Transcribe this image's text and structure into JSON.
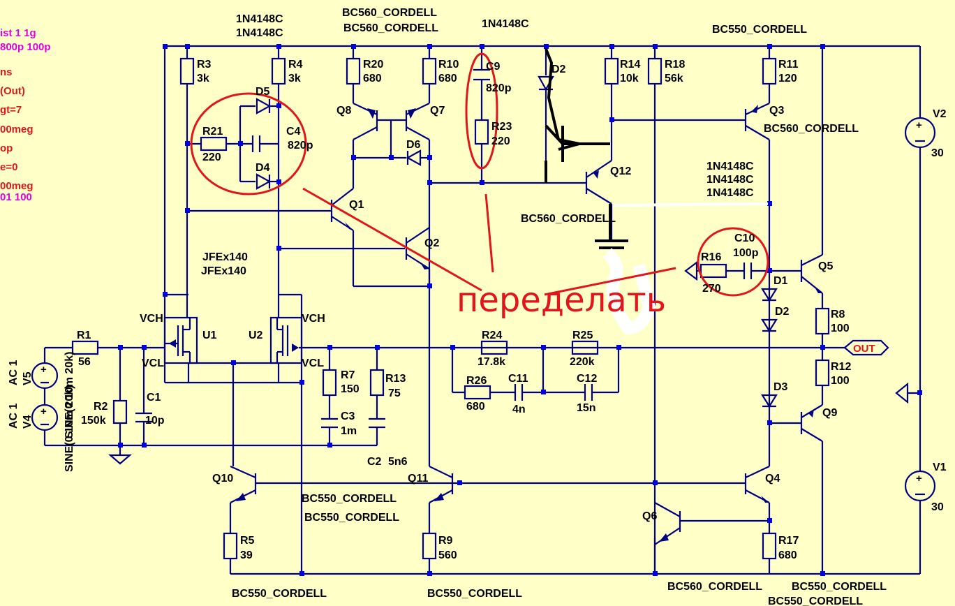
{
  "colors": {
    "background": "#ffffc8",
    "wire": "#000080",
    "node": "#0000e0",
    "annotation": "#e0161c",
    "directive_magenta": "#e000e0"
  },
  "directives": [
    {
      "text": "ist 1 1g",
      "color": "#e000e0"
    },
    {
      "text": "800p 100p",
      "color": "#e000e0"
    },
    {
      "text": "ns",
      "color": "#e0161c"
    },
    {
      "text": "(Out)",
      "color": "#e0161c"
    },
    {
      "text": "gt=7",
      "color": "#e0161c"
    },
    {
      "text": "00meg",
      "color": "#e0161c"
    },
    {
      "text": "op",
      "color": "#e0161c"
    },
    {
      "text": "e=0",
      "color": "#e0161c"
    },
    {
      "text": "00meg",
      "color": "#e0161c"
    },
    {
      "text": "01 100",
      "color": "#e000e0"
    }
  ],
  "annotation": "переделать",
  "output_label": "OUT",
  "labels": {
    "D5_model": "1N4148C",
    "D4_model": "1N4148C",
    "Q8_model": "BC560_CORDELL",
    "Q7_model": "BC560_CORDELL",
    "D6_model": "1N4148C",
    "Q3_model": "BC550_CORDELL",
    "R3": "R3",
    "R3_val": "3k",
    "R4": "R4",
    "R4_val": "3k",
    "R20": "R20",
    "R20_val": "680",
    "R10": "R10",
    "R10_val": "680",
    "C9": "C9",
    "C9_val": "820p",
    "D2a": "D2",
    "R14": "R14",
    "R14_val": "10k",
    "R18": "R18",
    "R18_val": "56k",
    "R11": "R11",
    "R11_val": "120",
    "D5": "D5",
    "R21": "R21",
    "R21_val": "220",
    "C4": "C4",
    "C4_val": "820p",
    "D4": "D4",
    "Q8": "Q8",
    "Q7": "Q7",
    "R23": "R23",
    "R23_val": "220",
    "D6": "D6",
    "Q12": "Q12",
    "Q3": "Q3",
    "Q3_type": "BC560_CORDELL",
    "Q12_type": "BC560_CORDELL",
    "D123_model1": "1N4148C",
    "D123_model2": "1N4148C",
    "D123_model3": "1N4148C",
    "Q1": "Q1",
    "Q2": "Q2",
    "U_model1": "JFEx140",
    "U_model2": "JFEx140",
    "C10": "C10",
    "C10_val": "100p",
    "R16": "R16",
    "R16_val": "270",
    "Q5": "Q5",
    "D1": "D1",
    "D2": "D2",
    "D3": "D3",
    "R8": "R8",
    "R8_val": "100",
    "R12": "R12",
    "R12_val": "100",
    "Q9": "Q9",
    "V2": "V2",
    "V2_val": "30",
    "V1": "V1",
    "V1_val": "30",
    "U1": "U1",
    "U2": "U2",
    "VCH1": "VCH",
    "VCL1": "VCL",
    "VCH2": "VCH",
    "VCL2": "VCL",
    "R1": "R1",
    "R1_val": "56",
    "R2": "R2",
    "R2_val": "150k",
    "C1": "C1",
    "C1_val": "10p",
    "R7": "R7",
    "R7_val": "150",
    "C3": "C3",
    "C3_val": "1m",
    "R13": "R13",
    "R13_val": "75",
    "R24": "R24",
    "R24_val": "17.8k",
    "R25": "R25",
    "R25_val": "220k",
    "R26": "R26",
    "R26_val": "680",
    "C11": "C11",
    "C11_val": "4n",
    "C12": "C12",
    "C12_val": "15n",
    "C2": "C2",
    "C2_val": "5n6",
    "V5": "V5",
    "V5_ac": "AC 1",
    "V4": "V4",
    "V4_ac": "AC 1",
    "V5_src": "SINE(0 10m 20k)",
    "V4_src": "SINE(0 10m 20k)",
    "Q10": "Q10",
    "Q11": "Q11",
    "Q4": "Q4",
    "Q6": "Q6",
    "Q10_type": "BC550_CORDELL",
    "Q11_type": "BC550_CORDELL",
    "R5": "R5",
    "R5_val": "39",
    "R9": "R9",
    "R9_val": "560",
    "R17": "R17",
    "R17_val": "680",
    "Q10b_type": "BC550_CORDELL",
    "Q11b_type": "BC550_CORDELL",
    "Q6_type": "BC560_CORDELL",
    "Q4_type": "BC550_CORDELL",
    "Q9_type": "BC550_CORDELL"
  }
}
